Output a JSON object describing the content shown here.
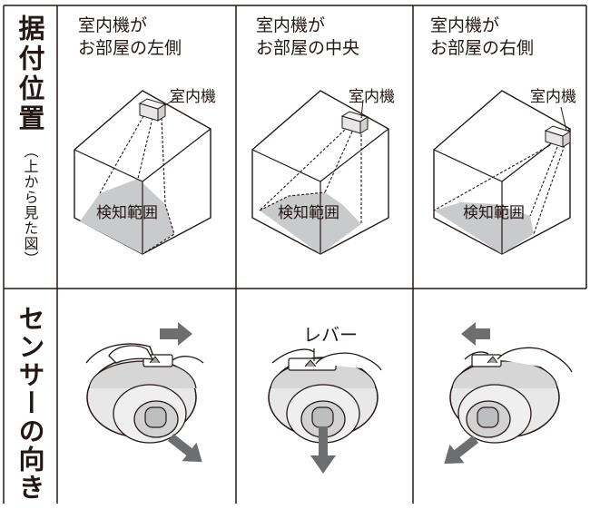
{
  "row_labels": {
    "top_main": "据付位置",
    "top_sub": "（上から見た図）",
    "bottom_main": "センサーの向き"
  },
  "columns": [
    {
      "title_line1": "室内機が",
      "title_line2": "お部屋の左側",
      "unit_label": "室内機",
      "area_label": "検知範囲",
      "arrow_direction": "right"
    },
    {
      "title_line1": "室内機が",
      "title_line2": "お部屋の中央",
      "unit_label": "室内機",
      "area_label": "検知範囲",
      "arrow_direction": "down",
      "lever_label": "レバー"
    },
    {
      "title_line1": "室内機が",
      "title_line2": "お部屋の右側",
      "unit_label": "室内機",
      "area_label": "検知範囲",
      "arrow_direction": "left"
    }
  ],
  "colors": {
    "line": "#231815",
    "detection_area": "#c9cacb",
    "arrow": "#6d6e70",
    "sensor_body": "#e8e8e8",
    "sensor_cap": "#bdbebf"
  }
}
